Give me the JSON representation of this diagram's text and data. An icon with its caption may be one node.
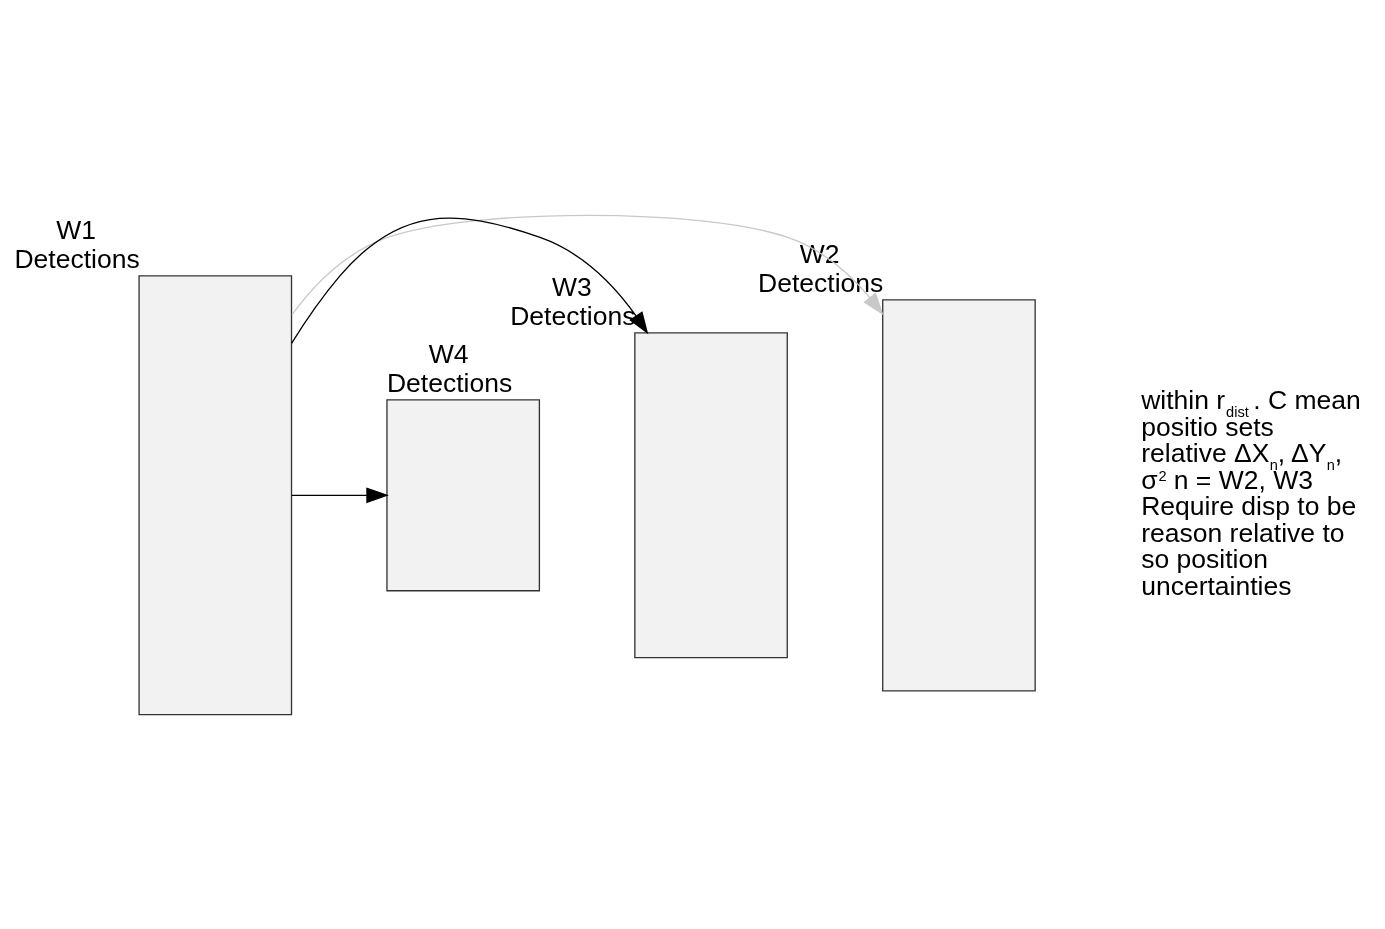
{
  "diagram": {
    "nodes": [
      {
        "text": [],
        "shape": "bar",
        "beside": [
          "W1 Detections"
        ]
      },
      {
        "text": [],
        "shape": "bar",
        "beside": [
          "W2 Detections"
        ]
      },
      {
        "text": [],
        "shape": "bar",
        "beside": [
          "W3 Detections"
        ]
      },
      {
        "text": [],
        "shape": "bar",
        "beside": [
          "W4 Detections"
        ]
      }
    ],
    "edges": [
      {
        "from": 0,
        "to": 1,
        "arrow": "to",
        "color": "#c8c8c8"
      },
      {
        "from": 0,
        "to": 2,
        "arrow": "to"
      },
      {
        "from": 0,
        "to": 3,
        "arrow": "to"
      }
    ],
    "labels": [
      "within r$_{dist}$ . C mean positio sets relative ΔX$_{n}$, ΔY$_{n}$, σ$^{2}$ n = W2, W3 Require disp to be reason relative to so position uncertainties"
    ]
  }
}
